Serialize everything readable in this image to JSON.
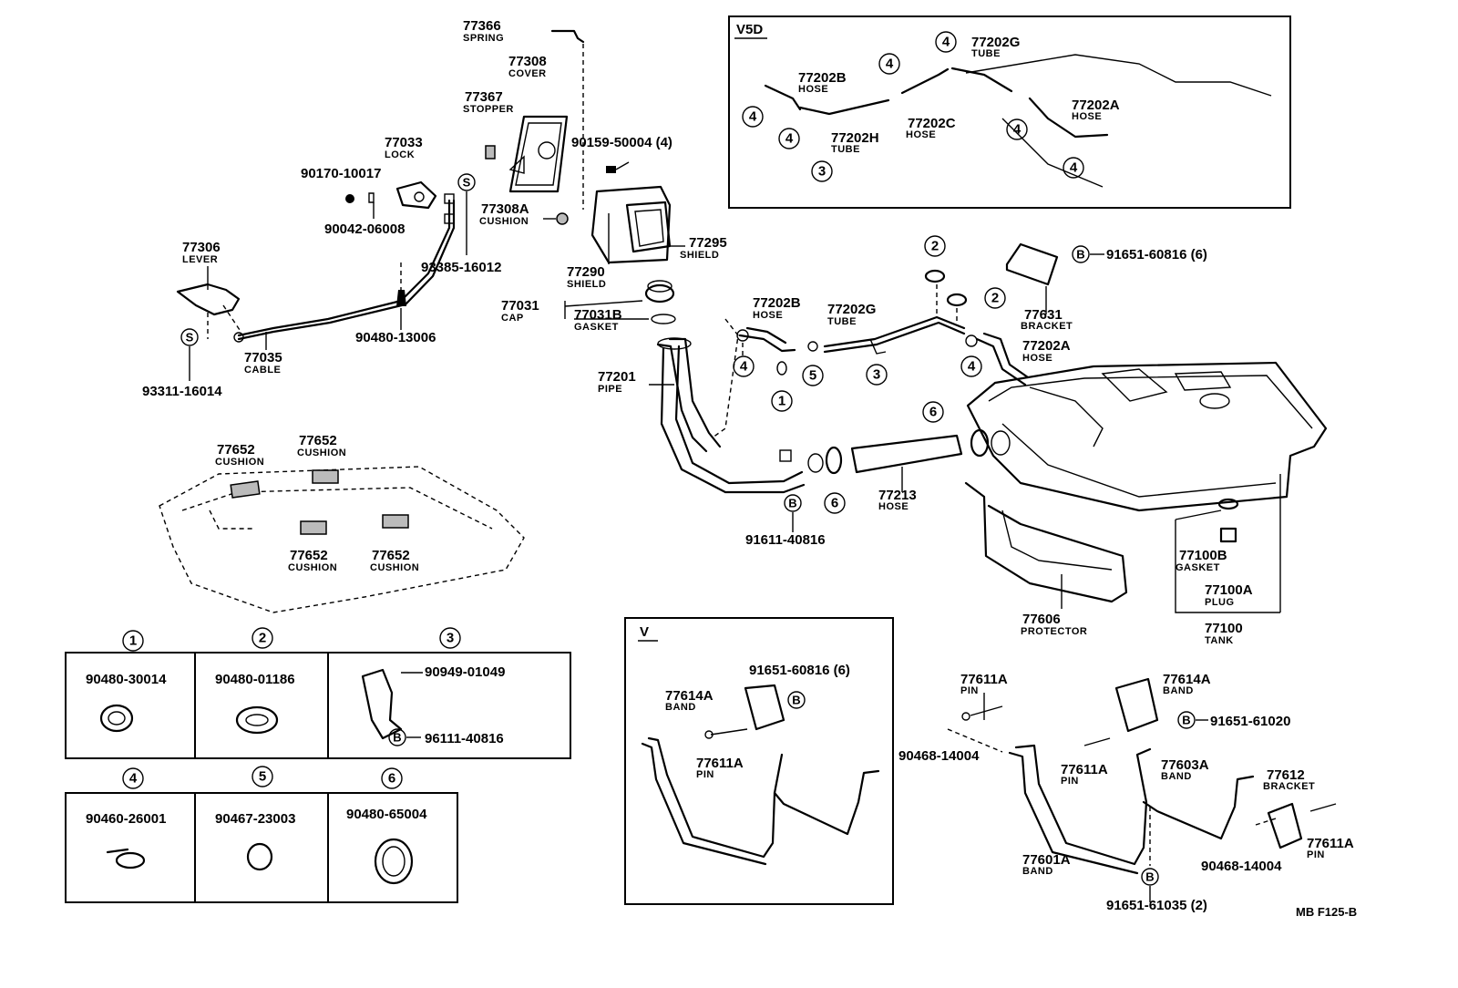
{
  "code": "MB F125-B",
  "insets": {
    "v5d": "V5D",
    "v": "V"
  },
  "symbols": {
    "s": "S",
    "b": "B"
  },
  "callouts": {
    "c1": "1",
    "c2": "2",
    "c3": "3",
    "c4": "4",
    "c5": "5",
    "c6": "6"
  },
  "parts": {
    "p77366": {
      "no": "77366",
      "name": "SPRING"
    },
    "p77308": {
      "no": "77308",
      "name": "COVER"
    },
    "p77367": {
      "no": "77367",
      "name": "STOPPER"
    },
    "p77033": {
      "no": "77033",
      "name": "LOCK"
    },
    "p90170": {
      "no": "90170-10017"
    },
    "p90042": {
      "no": "90042-06008"
    },
    "p90159": {
      "no": "90159-50004 (4)"
    },
    "p77308A": {
      "no": "77308A",
      "name": "CUSHION"
    },
    "p77295": {
      "no": "77295",
      "name": "SHIELD"
    },
    "p77290": {
      "no": "77290",
      "name": "SHIELD"
    },
    "p77306": {
      "no": "77306",
      "name": "LEVER"
    },
    "p93385": {
      "no": "93385-16012"
    },
    "p77031": {
      "no": "77031",
      "name": "CAP"
    },
    "p77031B": {
      "no": "77031B",
      "name": "GASKET"
    },
    "p90480a": {
      "no": "90480-13006"
    },
    "p77035": {
      "no": "77035",
      "name": "CABLE"
    },
    "p93311": {
      "no": "93311-16014"
    },
    "p77202B": {
      "no": "77202B",
      "name": "HOSE"
    },
    "p77202G": {
      "no": "77202G",
      "name": "TUBE"
    },
    "p77202A": {
      "no": "77202A",
      "name": "HOSE"
    },
    "p77631": {
      "no": "77631",
      "name": "BRACKET"
    },
    "p91651a": {
      "no": "91651-60816 (6)"
    },
    "p77201": {
      "no": "77201",
      "name": "PIPE"
    },
    "p77213": {
      "no": "77213",
      "name": "HOSE"
    },
    "p91611": {
      "no": "91611-40816"
    },
    "p77652a": {
      "no": "77652",
      "name": "CUSHION"
    },
    "p77652b": {
      "no": "77652",
      "name": "CUSHION"
    },
    "p77652c": {
      "no": "77652",
      "name": "CUSHION"
    },
    "p77652d": {
      "no": "77652",
      "name": "CUSHION"
    },
    "p77100B": {
      "no": "77100B",
      "name": "GASKET"
    },
    "p77100A": {
      "no": "77100A",
      "name": "PLUG"
    },
    "p77100": {
      "no": "77100",
      "name": "TANK"
    },
    "p77606": {
      "no": "77606",
      "name": "PROTECTOR"
    },
    "v5d_77202G": {
      "no": "77202G",
      "name": "TUBE"
    },
    "v5d_77202B": {
      "no": "77202B",
      "name": "HOSE"
    },
    "v5d_77202A": {
      "no": "77202A",
      "name": "HOSE"
    },
    "v5d_77202H": {
      "no": "77202H",
      "name": "TUBE"
    },
    "v5d_77202C": {
      "no": "77202C",
      "name": "HOSE"
    },
    "t1": {
      "no": "90480-30014"
    },
    "t2": {
      "no": "90480-01186"
    },
    "t3a": {
      "no": "90949-01049"
    },
    "t3b": {
      "no": "96111-40816"
    },
    "t4": {
      "no": "90460-26001"
    },
    "t5": {
      "no": "90467-23003"
    },
    "t6": {
      "no": "90480-65004"
    },
    "v_91651": {
      "no": "91651-60816 (6)"
    },
    "v_77614A": {
      "no": "77614A",
      "name": "BAND"
    },
    "v_77611A": {
      "no": "77611A",
      "name": "PIN"
    },
    "b_77611A_top": {
      "no": "77611A",
      "name": "PIN"
    },
    "b_77614A": {
      "no": "77614A",
      "name": "BAND"
    },
    "b_91651_61020": {
      "no": "91651-61020"
    },
    "b_90468a": {
      "no": "90468-14004"
    },
    "b_77611A_mid": {
      "no": "77611A",
      "name": "PIN"
    },
    "b_77603A": {
      "no": "77603A",
      "name": "BAND"
    },
    "b_77612": {
      "no": "77612",
      "name": "BRACKET"
    },
    "b_77611A_right": {
      "no": "77611A",
      "name": "PIN"
    },
    "b_77601A": {
      "no": "77601A",
      "name": "BAND"
    },
    "b_90468b": {
      "no": "90468-14004"
    },
    "b_91651_61035": {
      "no": "91651-61035 (2)"
    }
  }
}
